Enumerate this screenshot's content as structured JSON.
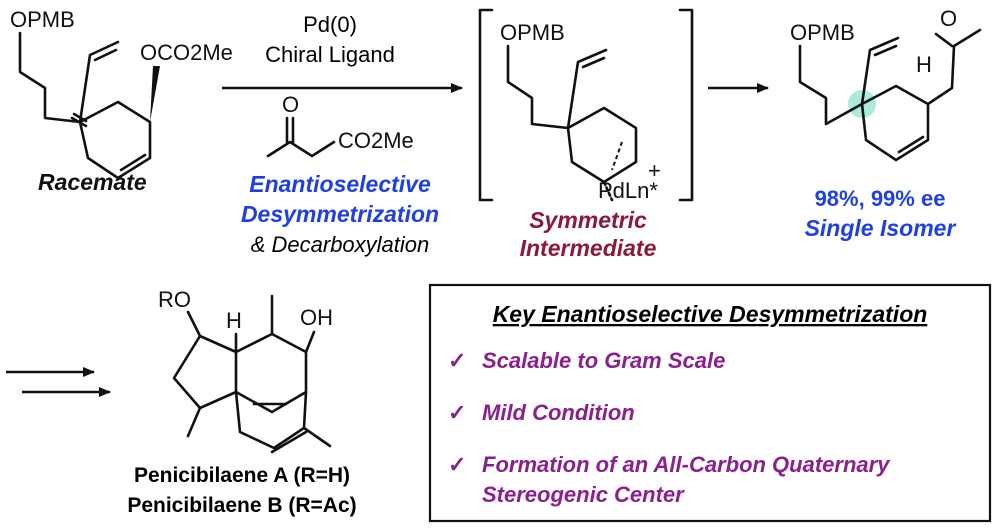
{
  "colors": {
    "blue": "#1f3fe6",
    "maroon": "#8b1a3a",
    "purple": "#8a1f8e",
    "ink": "#111111",
    "highlight": "#8fe3d0"
  },
  "atoms": {
    "opmb": "OPMB",
    "oco2me": "OCO2Me",
    "co2me": "CO2Me",
    "oxo": "O",
    "h": "H",
    "plus": "+",
    "pdln": "PdLn*",
    "ro": "RO",
    "oh": "OH"
  },
  "step1": {
    "reagent_line1": "Pd(0)",
    "reagent_line2": "Chiral Ligand"
  },
  "labels": {
    "racemate": "Racemate",
    "enantio_line1": "Enantioselective",
    "enantio_line2": "Desymmetrization",
    "decarbox": "& Decarboxylation",
    "symmetric_line1": "Symmetric",
    "symmetric_line2": "Intermediate",
    "yield": "98%, 99% ee",
    "single_isomer": "Single Isomer",
    "product_a": "Penicibilaene A (R=H)",
    "product_b": "Penicibilaene B (R=Ac)"
  },
  "keybox": {
    "title": "Key Enantioselective Desymmetrization",
    "check_mark": "✓",
    "items": [
      {
        "line1": "Scalable to Gram Scale",
        "line2": ""
      },
      {
        "line1": "Mild Condition",
        "line2": ""
      },
      {
        "line1": "Formation of an All-Carbon Quaternary",
        "line2": "Stereogenic Center"
      }
    ]
  }
}
